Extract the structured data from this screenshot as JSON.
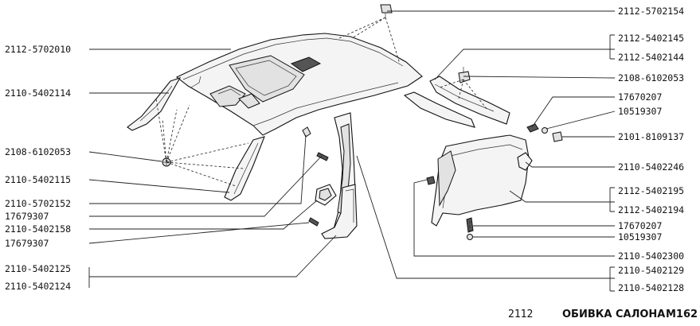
{
  "labels": {
    "l_5702010": "2112-5702010",
    "l_5402114": "2110-5402114",
    "l_6102053_left": "2108-6102053",
    "l_5402115": "2110-5402115",
    "l_5702152": "2110-5702152",
    "l_7679307_a": "17679307",
    "l_5402158": "2110-5402158",
    "l_7679307_b": "17679307",
    "l_5402125": "2110-5402125",
    "l_5402124": "2110-5402124",
    "r_5702154": "2112-5702154",
    "r_5402145": "2112-5402145",
    "r_5402144": "2112-5402144",
    "r_6102053": "2108-6102053",
    "r_7670207_a": "17670207",
    "r_0519307_a": "10519307",
    "r_8109137": "2101-8109137",
    "r_5402246": "2110-5402246",
    "r_5402195": "2112-5402195",
    "r_5402194": "2112-5402194",
    "r_7670207_b": "17670207",
    "r_0519307_b": "10519307",
    "r_5402300": "2110-5402300",
    "r_5402129": "2110-5402129",
    "r_5402128": "2110-5402128"
  },
  "footer": {
    "model": "2112",
    "title": "ОБИВКА САЛОНА",
    "code": "M162"
  }
}
